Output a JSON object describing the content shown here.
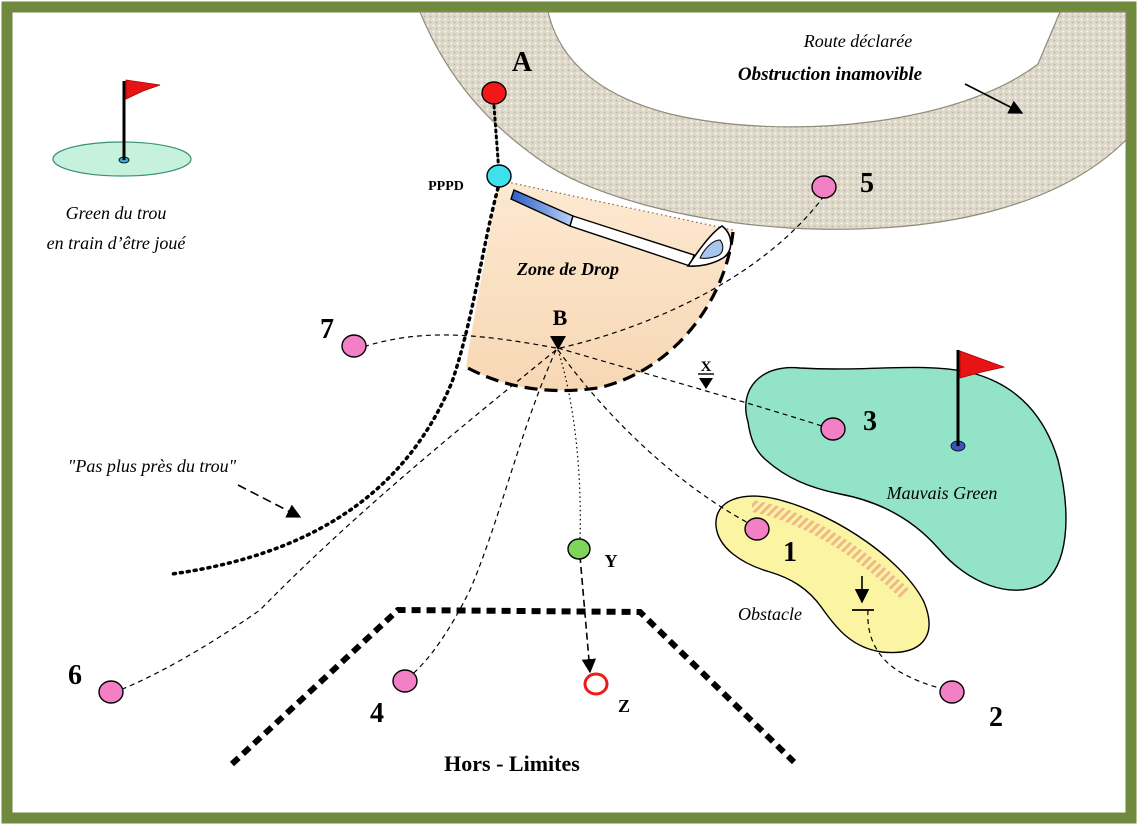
{
  "labels": {
    "route_line1": "Route déclarée",
    "route_line2": "Obstruction inamovible",
    "green_line1": "Green du trou",
    "green_line2": "en train d’être joué",
    "pppd": "PPPD",
    "zone_drop": "Zone de Drop",
    "pas_plus_pres": "\"Pas plus près du trou\"",
    "mauvais_green": "Mauvais Green",
    "obstacle": "Obstacle",
    "hors_limites": "Hors - Limites"
  },
  "points": {
    "A": "A",
    "B": "B",
    "X": "X",
    "Y": "Y",
    "Z": "Z",
    "p1": "1",
    "p2": "2",
    "p3": "3",
    "p4": "4",
    "p5": "5",
    "p6": "6",
    "p7": "7"
  },
  "colors": {
    "frame": "#6f8a3c",
    "road": "#dcd7c8",
    "drop_zone": "#f7dfc2",
    "wrong_green": "#93e3c8",
    "hazard": "#fbf5a3",
    "ball_pink": "#f37fc4",
    "ball_red": "#f21818",
    "ball_cyan": "#3ee0ec",
    "ball_green": "#7fd55a",
    "flag": "#e81414"
  }
}
